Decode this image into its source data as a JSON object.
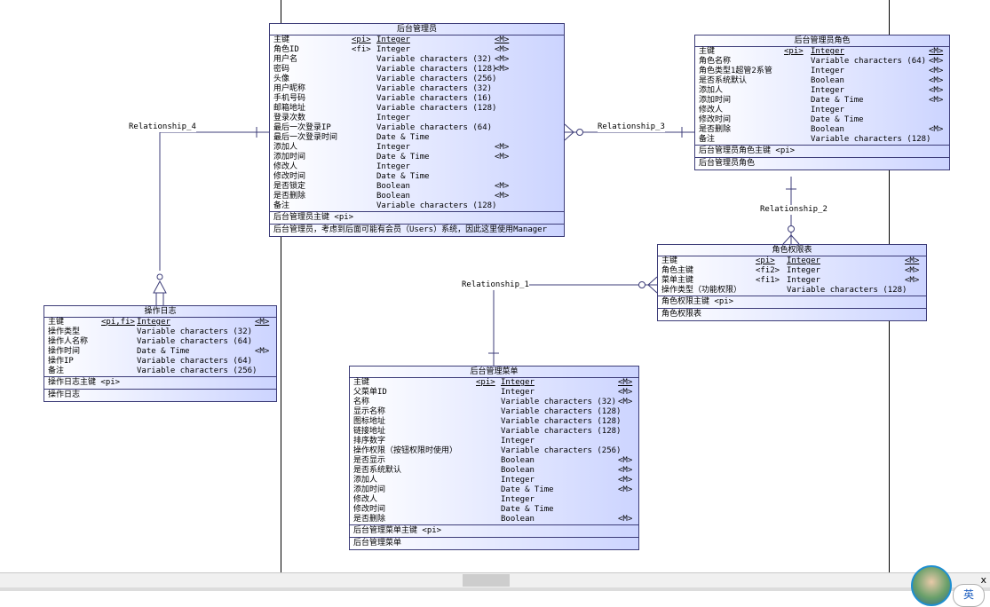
{
  "entities": [
    {
      "id": "admin",
      "title": "后台管理员",
      "attributes": [
        {
          "name": "主键",
          "key": "<pi>",
          "type": "Integer",
          "mandatory": "<M>",
          "underline": true
        },
        {
          "name": "角色ID",
          "key": "<fi>",
          "type": "Integer",
          "mandatory": "<M>"
        },
        {
          "name": "用户名",
          "key": "",
          "type": "Variable characters (32)",
          "mandatory": "<M>"
        },
        {
          "name": "密码",
          "key": "",
          "type": "Variable characters (128)",
          "mandatory": "<M>"
        },
        {
          "name": "头像",
          "key": "",
          "type": "Variable characters (256)",
          "mandatory": ""
        },
        {
          "name": "用户昵称",
          "key": "",
          "type": "Variable characters (32)",
          "mandatory": ""
        },
        {
          "name": "手机号码",
          "key": "",
          "type": "Variable characters (16)",
          "mandatory": ""
        },
        {
          "name": "邮箱地址",
          "key": "",
          "type": "Variable characters (128)",
          "mandatory": ""
        },
        {
          "name": "登录次数",
          "key": "",
          "type": "Integer",
          "mandatory": ""
        },
        {
          "name": "最后一次登录IP",
          "key": "",
          "type": "Variable characters (64)",
          "mandatory": ""
        },
        {
          "name": "最后一次登录时间",
          "key": "",
          "type": "Date & Time",
          "mandatory": ""
        },
        {
          "name": "添加人",
          "key": "",
          "type": "Integer",
          "mandatory": "<M>"
        },
        {
          "name": "添加时间",
          "key": "",
          "type": "Date & Time",
          "mandatory": "<M>"
        },
        {
          "name": "修改人",
          "key": "",
          "type": "Integer",
          "mandatory": ""
        },
        {
          "name": "修改时间",
          "key": "",
          "type": "Date & Time",
          "mandatory": ""
        },
        {
          "name": "是否锁定",
          "key": "",
          "type": "Boolean",
          "mandatory": "<M>"
        },
        {
          "name": "是否删除",
          "key": "",
          "type": "Boolean",
          "mandatory": "<M>"
        },
        {
          "name": "备注",
          "key": "",
          "type": "Variable characters (128)",
          "mandatory": ""
        }
      ],
      "identifier": "后台管理员主键  <pi>",
      "comment": "后台管理员，考虑到后面可能有会员（Users）系统，因此这里使用Manager"
    },
    {
      "id": "role",
      "title": "后台管理员角色",
      "attributes": [
        {
          "name": "主键",
          "key": "<pi>",
          "type": "Integer",
          "mandatory": "<M>",
          "underline": true
        },
        {
          "name": "角色名称",
          "key": "",
          "type": "Variable characters (64)",
          "mandatory": "<M>"
        },
        {
          "name": "角色类型1超管2系管",
          "key": "",
          "type": "Integer",
          "mandatory": "<M>"
        },
        {
          "name": "是否系统默认",
          "key": "",
          "type": "Boolean",
          "mandatory": "<M>"
        },
        {
          "name": "添加人",
          "key": "",
          "type": "Integer",
          "mandatory": "<M>"
        },
        {
          "name": "添加时间",
          "key": "",
          "type": "Date & Time",
          "mandatory": "<M>"
        },
        {
          "name": "修改人",
          "key": "",
          "type": "Integer",
          "mandatory": ""
        },
        {
          "name": "修改时间",
          "key": "",
          "type": "Date & Time",
          "mandatory": ""
        },
        {
          "name": "是否删除",
          "key": "",
          "type": "Boolean",
          "mandatory": "<M>"
        },
        {
          "name": "备注",
          "key": "",
          "type": "Variable characters (128)",
          "mandatory": ""
        }
      ],
      "identifier": "后台管理员角色主键  <pi>",
      "comment": "后台管理员角色"
    },
    {
      "id": "perm",
      "title": "角色权限表",
      "attributes": [
        {
          "name": "主键",
          "key": "<pi>",
          "type": "Integer",
          "mandatory": "<M>",
          "underline": true
        },
        {
          "name": "角色主键",
          "key": "<fi2>",
          "type": "Integer",
          "mandatory": "<M>"
        },
        {
          "name": "菜单主键",
          "key": "<fi1>",
          "type": "Integer",
          "mandatory": "<M>"
        },
        {
          "name": "操作类型（功能权限）",
          "key": "",
          "type": "Variable characters (128)",
          "mandatory": ""
        }
      ],
      "identifier": "角色权限主键  <pi>",
      "comment": "角色权限表"
    },
    {
      "id": "log",
      "title": "操作日志",
      "attributes": [
        {
          "name": "主键",
          "key": "<pi,fi>",
          "type": "Integer",
          "mandatory": "<M>",
          "underline": true
        },
        {
          "name": "操作类型",
          "key": "",
          "type": "Variable characters (32)",
          "mandatory": ""
        },
        {
          "name": "操作人名称",
          "key": "",
          "type": "Variable characters (64)",
          "mandatory": ""
        },
        {
          "name": "操作时间",
          "key": "",
          "type": "Date & Time",
          "mandatory": "<M>"
        },
        {
          "name": "操作IP",
          "key": "",
          "type": "Variable characters (64)",
          "mandatory": ""
        },
        {
          "name": "备注",
          "key": "",
          "type": "Variable characters (256)",
          "mandatory": ""
        }
      ],
      "identifier": "操作日志主键  <pi>",
      "comment": "操作日志"
    },
    {
      "id": "menu",
      "title": "后台管理菜单",
      "attributes": [
        {
          "name": "主键",
          "key": "<pi>",
          "type": "Integer",
          "mandatory": "<M>",
          "underline": true
        },
        {
          "name": "父菜单ID",
          "key": "",
          "type": "Integer",
          "mandatory": "<M>"
        },
        {
          "name": "名称",
          "key": "",
          "type": "Variable characters (32)",
          "mandatory": "<M>"
        },
        {
          "name": "显示名称",
          "key": "",
          "type": "Variable characters (128)",
          "mandatory": ""
        },
        {
          "name": "图标地址",
          "key": "",
          "type": "Variable characters (128)",
          "mandatory": ""
        },
        {
          "name": "链接地址",
          "key": "",
          "type": "Variable characters (128)",
          "mandatory": ""
        },
        {
          "name": "排序数字",
          "key": "",
          "type": "Integer",
          "mandatory": ""
        },
        {
          "name": "操作权限（按钮权限时使用）",
          "key": "",
          "type": "Variable characters (256)",
          "mandatory": ""
        },
        {
          "name": "是否显示",
          "key": "",
          "type": "Boolean",
          "mandatory": "<M>"
        },
        {
          "name": "是否系统默认",
          "key": "",
          "type": "Boolean",
          "mandatory": "<M>"
        },
        {
          "name": "添加人",
          "key": "",
          "type": "Integer",
          "mandatory": "<M>"
        },
        {
          "name": "添加时间",
          "key": "",
          "type": "Date & Time",
          "mandatory": "<M>"
        },
        {
          "name": "修改人",
          "key": "",
          "type": "Integer",
          "mandatory": ""
        },
        {
          "name": "修改时间",
          "key": "",
          "type": "Date & Time",
          "mandatory": ""
        },
        {
          "name": "是否删除",
          "key": "",
          "type": "Boolean",
          "mandatory": "<M>"
        }
      ],
      "identifier": "后台管理菜单主键  <pi>",
      "comment": "后台管理菜单"
    }
  ],
  "relationships": {
    "r1": "Relationship_1",
    "r2": "Relationship_2",
    "r3": "Relationship_3",
    "r4": "Relationship_4"
  },
  "status": {
    "ime_label": "英",
    "close_symbol": "x"
  },
  "colors": {
    "entity_border": "#3c3c78",
    "entity_gradient_end": "#ccd4ff",
    "line": "#3c3c78"
  }
}
